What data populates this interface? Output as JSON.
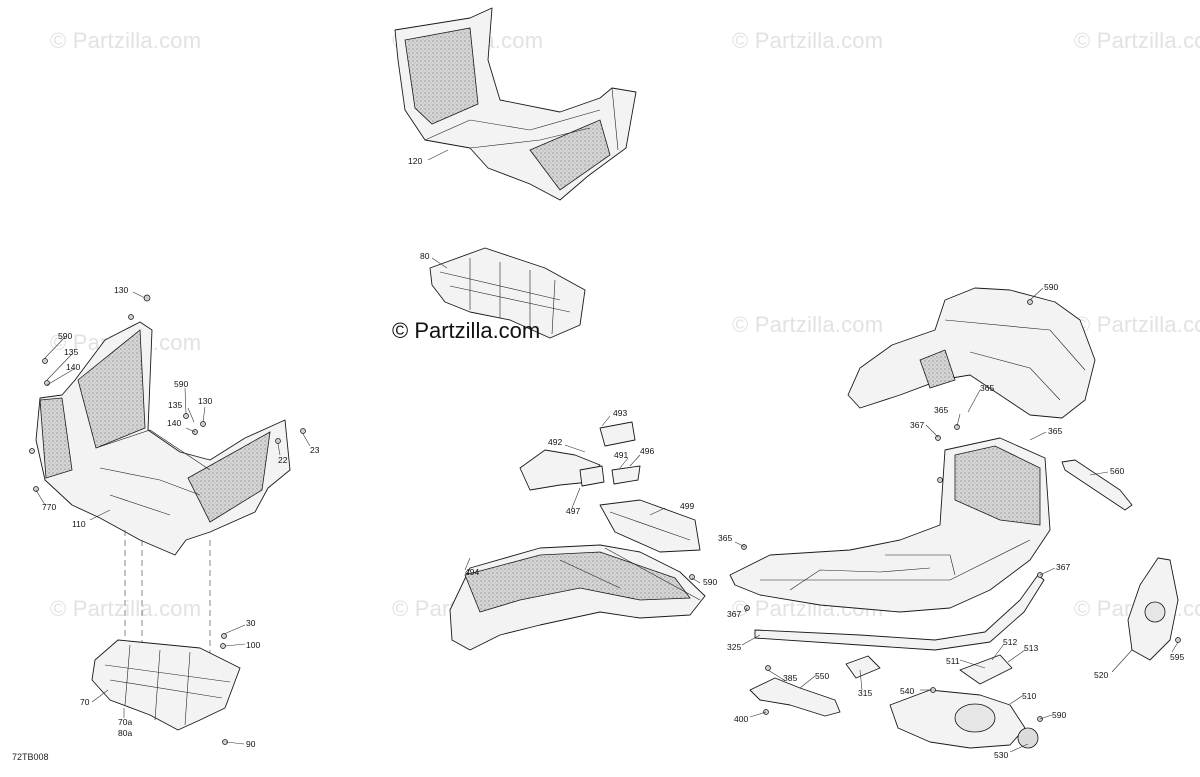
{
  "watermark_text": "© Partzilla.com",
  "center_watermark_text": "© Partzilla.com",
  "diagram_code": "72TB008",
  "callouts": [
    "120",
    "80",
    "130",
    "590",
    "135",
    "140",
    "590",
    "135",
    "130",
    "140",
    "22",
    "23",
    "770",
    "110",
    "30",
    "100",
    "70",
    "70a",
    "80a",
    "90",
    "493",
    "492",
    "491",
    "496",
    "497",
    "499",
    "494",
    "590",
    "590",
    "365",
    "365",
    "367",
    "365",
    "560",
    "365",
    "367",
    "367",
    "325",
    "385",
    "550",
    "400",
    "315",
    "512",
    "513",
    "511",
    "540",
    "510",
    "590",
    "520",
    "595",
    "530"
  ]
}
